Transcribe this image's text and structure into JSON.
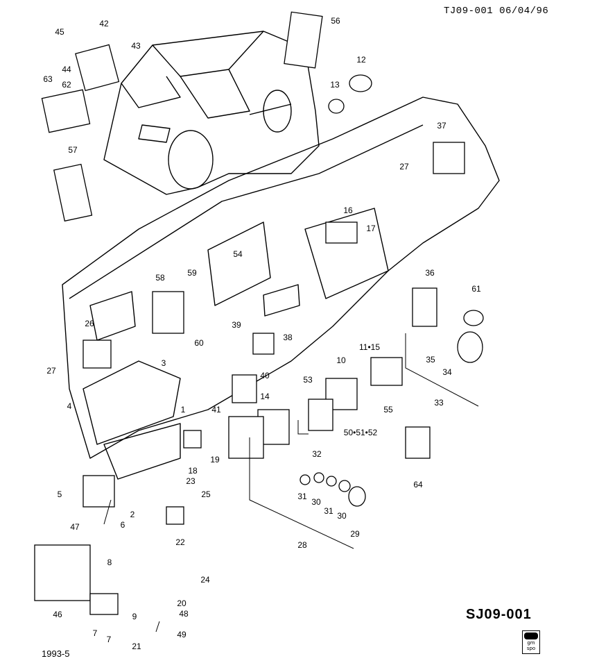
{
  "header": {
    "code_date": "TJ09-001 06/04/96"
  },
  "footer": {
    "year_code": "1993-5",
    "diagram_code": "SJ09-001"
  },
  "logo": {
    "text": "gm spo"
  },
  "callouts": [
    "45",
    "42",
    "43",
    "44",
    "63",
    "62",
    "57",
    "56",
    "12",
    "13",
    "37",
    "27",
    "16",
    "17",
    "54",
    "59",
    "58",
    "36",
    "61",
    "26",
    "27",
    "60",
    "39",
    "38",
    "3",
    "11•15",
    "10",
    "53",
    "40",
    "41",
    "14",
    "4",
    "1",
    "50•51•52",
    "35",
    "34",
    "33",
    "55",
    "18",
    "19",
    "32",
    "64",
    "5",
    "23",
    "25",
    "31",
    "30",
    "31",
    "30",
    "2",
    "6",
    "22",
    "28",
    "29",
    "47",
    "8",
    "24",
    "46",
    "20",
    "48",
    "9",
    "7",
    "7",
    "21",
    "49"
  ]
}
